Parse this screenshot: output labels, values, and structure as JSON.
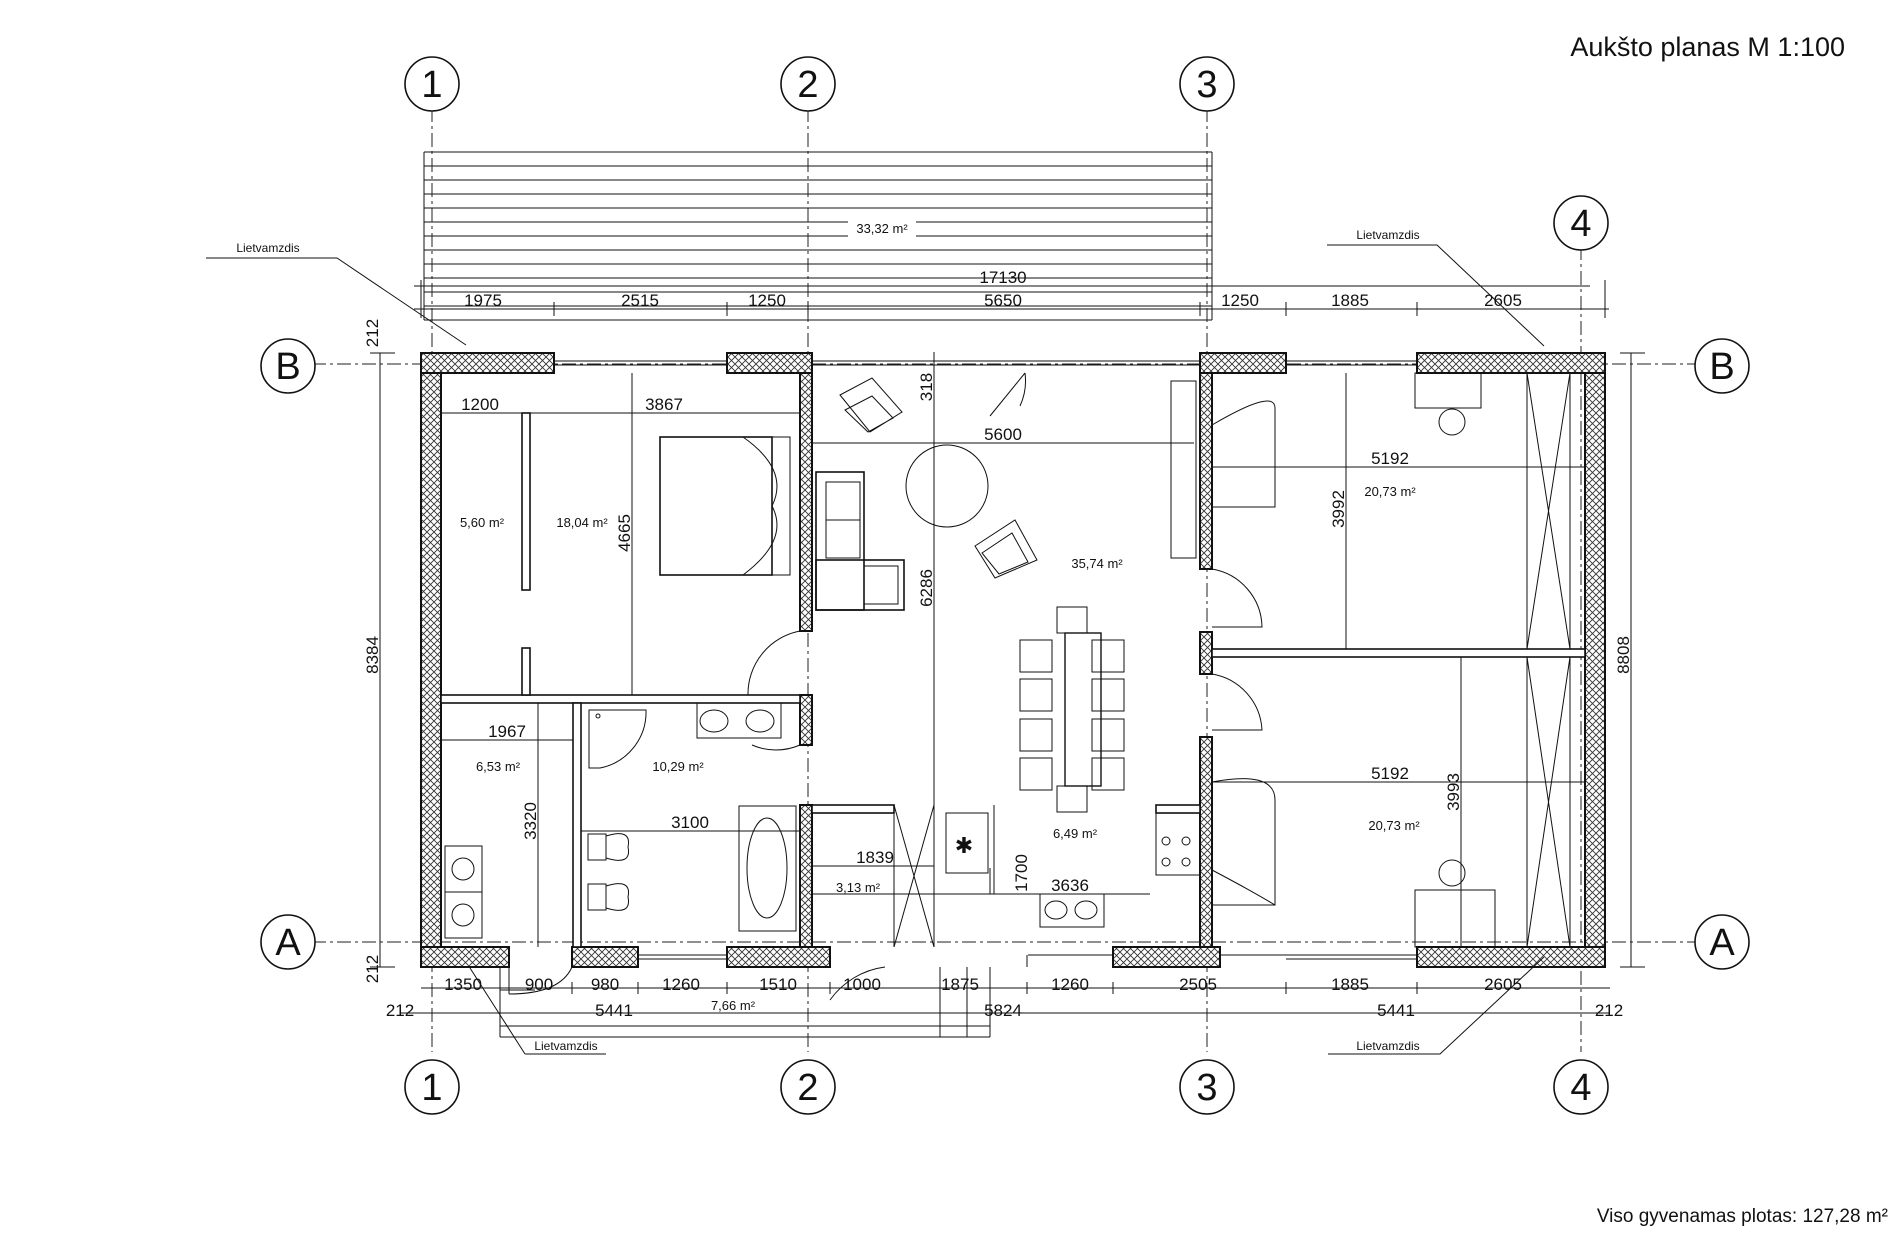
{
  "title": "Aukšto planas M 1:100",
  "total_area": "Viso gyvenamas plotas: 127,28 m²",
  "axes": {
    "vertical": [
      "1",
      "2",
      "3",
      "4"
    ],
    "horizontal": [
      "A",
      "B"
    ]
  },
  "terrace_area": "33,32 m²",
  "porch_area": "7,66 m²",
  "downpipe_label": "Lietvamzdis",
  "rooms": {
    "wardrobe": "5,60 m²",
    "bedroom": "18,04 m²",
    "living": "35,74 m²",
    "bedroom_ne": "20,73 m²",
    "bedroom_se": "20,73 m²",
    "laundry": "6,53 m²",
    "bathroom": "10,29 m²",
    "hall": "3,13 m²",
    "kitchen": "6,49 m²"
  },
  "dims": {
    "overall_top": "17130",
    "top_chain": [
      "1975",
      "2515",
      "1250",
      "5650",
      "1250",
      "1885",
      "2605"
    ],
    "bottom_chain": [
      "1350",
      "900",
      "980",
      "1260",
      "1510",
      "1000",
      "1875",
      "1260",
      "2505",
      "1885",
      "2605"
    ],
    "bottom_total": [
      "212",
      "5441",
      "5824",
      "5441",
      "212"
    ],
    "left_212_top": "212",
    "left_212_bottom": "212",
    "left_height": "8384",
    "right_height": "8808",
    "wardrobe_w": "1200",
    "bedroom_w": "3867",
    "bedroom_h": "4665",
    "living_w": "5600",
    "living_h1": "318",
    "living_h2": "6286",
    "ne_w": "5192",
    "ne_h": "3992",
    "se_w": "5192",
    "se_h": "3993",
    "laundry_w": "1967",
    "laundry_h": "3320",
    "bath_w": "3100",
    "hall_w": "1839",
    "kitchen_w": "3636",
    "kitchen_h": "1700"
  }
}
